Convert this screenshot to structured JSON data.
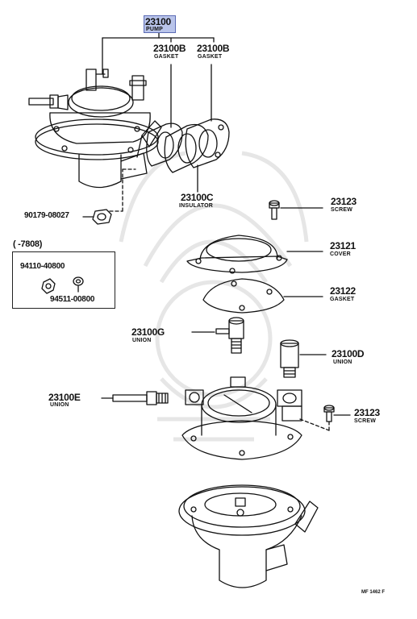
{
  "colors": {
    "ink": "#111111",
    "highlight_fill": "#b9c4ea",
    "highlight_border": "#5b6bb5",
    "watermark": "#d9d9d9"
  },
  "parts": {
    "pump": {
      "number": "23100",
      "name": "PUMP"
    },
    "gasket_a": {
      "number": "23100B",
      "name": "GASKET"
    },
    "gasket_b": {
      "number": "23100B",
      "name": "GASKET"
    },
    "insulator": {
      "number": "23100C",
      "name": "INSULATOR"
    },
    "nut_main": {
      "number": "90179-08027"
    },
    "screw_top": {
      "number": "23123",
      "name": "SCREW"
    },
    "cover": {
      "number": "23121",
      "name": "COVER"
    },
    "gasket_cover": {
      "number": "23122",
      "name": "GASKET"
    },
    "union_g": {
      "number": "23100G",
      "name": "UNION"
    },
    "union_d": {
      "number": "23100D",
      "name": "UNION"
    },
    "union_e": {
      "number": "23100E",
      "name": "UNION"
    },
    "screw_bottom": {
      "number": "23123",
      "name": "SCREW"
    }
  },
  "variant_box": {
    "range": "(     -7808)",
    "nut": "94110-40800",
    "washer": "94511-00800"
  },
  "footer": {
    "code": "MF 1462 F"
  }
}
